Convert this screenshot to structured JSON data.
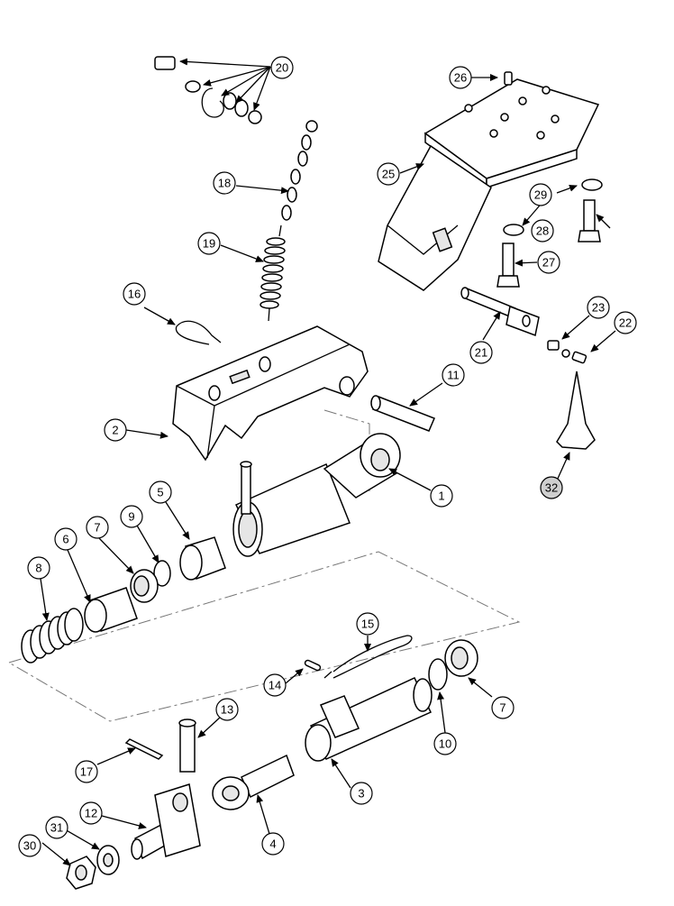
{
  "diagram": {
    "callouts": [
      {
        "id": "c1",
        "label": "1"
      },
      {
        "id": "c2",
        "label": "2"
      },
      {
        "id": "c3",
        "label": "3"
      },
      {
        "id": "c4",
        "label": "4"
      },
      {
        "id": "c5",
        "label": "5"
      },
      {
        "id": "c6",
        "label": "6"
      },
      {
        "id": "c7a",
        "label": "7"
      },
      {
        "id": "c7b",
        "label": "7"
      },
      {
        "id": "c8",
        "label": "8"
      },
      {
        "id": "c9",
        "label": "9"
      },
      {
        "id": "c10",
        "label": "10"
      },
      {
        "id": "c11",
        "label": "11"
      },
      {
        "id": "c12",
        "label": "12"
      },
      {
        "id": "c13",
        "label": "13"
      },
      {
        "id": "c14",
        "label": "14"
      },
      {
        "id": "c15",
        "label": "15"
      },
      {
        "id": "c16",
        "label": "16"
      },
      {
        "id": "c17",
        "label": "17"
      },
      {
        "id": "c18",
        "label": "18"
      },
      {
        "id": "c19",
        "label": "19"
      },
      {
        "id": "c20",
        "label": "20"
      },
      {
        "id": "c21",
        "label": "21"
      },
      {
        "id": "c22",
        "label": "22"
      },
      {
        "id": "c23",
        "label": "23"
      },
      {
        "id": "c25",
        "label": "25"
      },
      {
        "id": "c26",
        "label": "26"
      },
      {
        "id": "c27",
        "label": "27"
      },
      {
        "id": "c28",
        "label": "28"
      },
      {
        "id": "c29",
        "label": "29"
      },
      {
        "id": "c30",
        "label": "30"
      },
      {
        "id": "c31",
        "label": "31"
      },
      {
        "id": "c32",
        "label": "32"
      }
    ]
  }
}
